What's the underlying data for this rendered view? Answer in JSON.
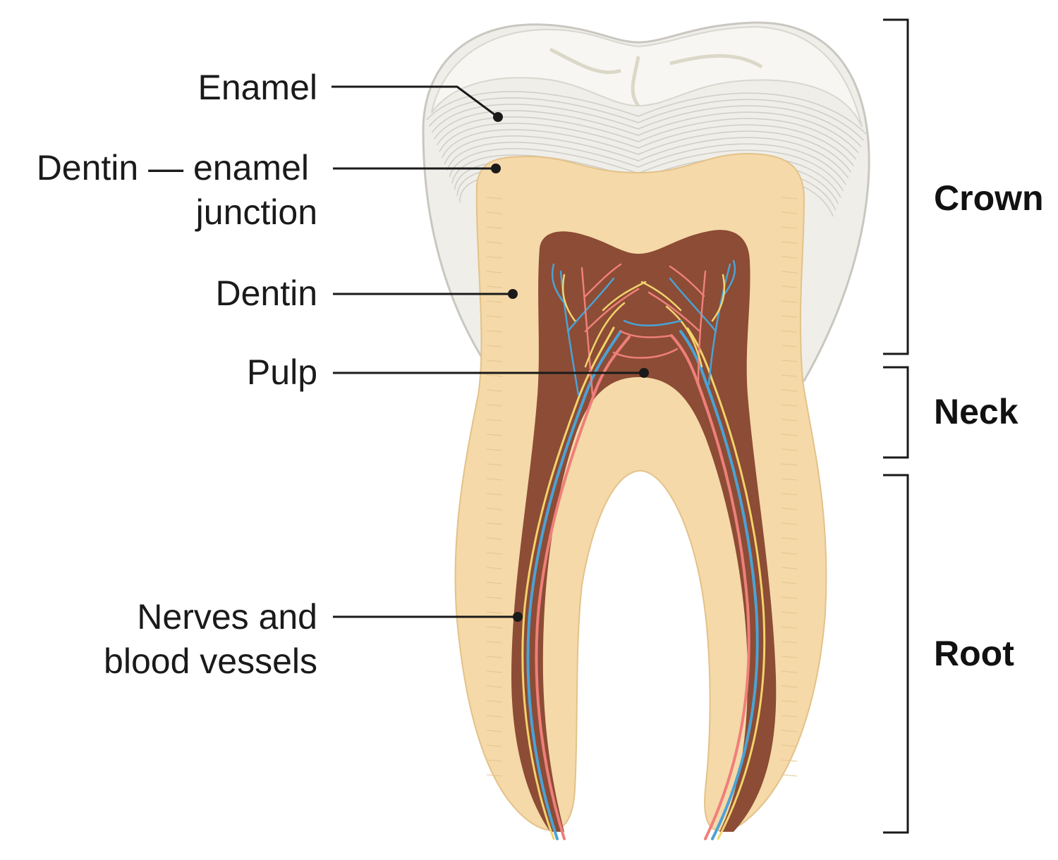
{
  "labels": {
    "enamel": "Enamel",
    "dej_line1": "Dentin — enamel",
    "dej_line2": "junction",
    "dentin": "Dentin",
    "pulp": "Pulp",
    "nerves_line1": "Nerves and",
    "nerves_line2": "blood vessels"
  },
  "sections": {
    "crown": "Crown",
    "neck": "Neck",
    "root": "Root"
  },
  "colors": {
    "enamel": "#efeee9",
    "enamel_line": "#cfcdc6",
    "dentin": "#f5d9a8",
    "dentin_line": "#e6c48e",
    "pulp": "#8c4c35",
    "nerve_blue": "#4aa3d6",
    "nerve_red": "#ef7f7a",
    "nerve_yellow": "#f3d36b"
  }
}
